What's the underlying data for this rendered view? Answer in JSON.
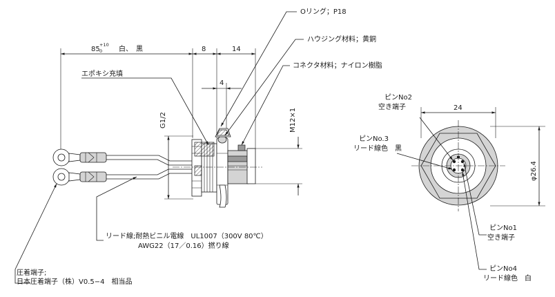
{
  "labels": {
    "oring": "Oリング；P18",
    "housing": "ハウジング材料；黄銅",
    "connector": "コネクタ材料；ナイロン樹脂",
    "epoxy": "エポキシ充填",
    "lead_1": "リード線;耐熱ビニル電線　UL1007（300V 80℃）",
    "lead_2": "AWG22（17／0.16）撚り線",
    "crimp_1": "圧着端子;",
    "crimp_2": "日本圧着端子（株）V0.5−4　相当品",
    "pin2_1": "ピンNo2",
    "pin2_2": "空き端子",
    "pin3_1": "ピンNo.3",
    "pin3_2": "リード線色　黒",
    "pin1_1": "ピンNo1",
    "pin1_2": "空き端子",
    "pin4_1": "ピンNo4",
    "pin4_2": "リード線色　白"
  },
  "dimensions": {
    "lead_length": "85",
    "lead_tol_upper": "+10",
    "lead_tol_lower": "0",
    "lead_colors": "白、　黒",
    "d8": "8",
    "d14": "14",
    "d4": "4",
    "thread_g": "G1/2",
    "thread_m": "M12×1",
    "width_24": "24",
    "dia_264": "φ26.4"
  }
}
